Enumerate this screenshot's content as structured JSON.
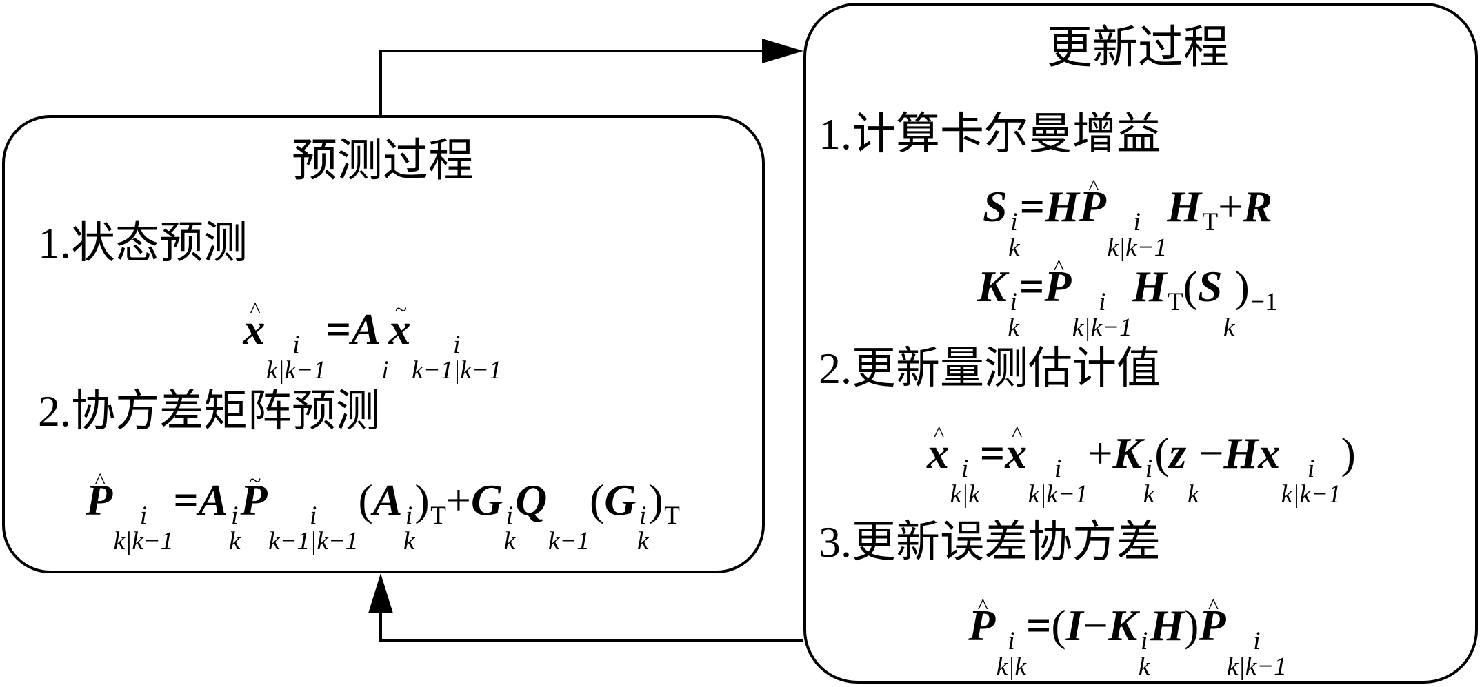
{
  "predict": {
    "title": "预测过程",
    "step1": "1.状态预测",
    "formula1": [
      {
        "v": "x",
        "acc": "^",
        "sup": "i",
        "sub": "k|k−1"
      },
      {
        "o": "="
      },
      {
        "v": "A",
        "sub": "i"
      },
      {
        "v": "x",
        "acc": "~",
        "sup": "i",
        "sub": "k−1|k−1"
      }
    ],
    "step2": "2.协方差矩阵预测",
    "formula2": [
      {
        "v": "P",
        "acc": "^",
        "sup": "i",
        "sub": "k|k−1"
      },
      {
        "o": "="
      },
      {
        "v": "A",
        "sup": "i",
        "sub": "k"
      },
      {
        "v": "P",
        "acc": "~",
        "sup": "i",
        "sub": "k−1|k−1"
      },
      {
        "o": "("
      },
      {
        "v": "A",
        "sup": "i",
        "sub": "k"
      },
      {
        "o": ")",
        "sup": "T"
      },
      {
        "o": "+"
      },
      {
        "v": "G",
        "sup": "i",
        "sub": "k"
      },
      {
        "v": "Q",
        "sub": "k−1"
      },
      {
        "o": "("
      },
      {
        "v": "G",
        "sup": "i",
        "sub": "k"
      },
      {
        "o": ")",
        "sup": "T"
      }
    ]
  },
  "update": {
    "title": "更新过程",
    "step1": "1.计算卡尔曼增益",
    "formula_s": [
      {
        "v": "S",
        "sup": "i",
        "sub": "k"
      },
      {
        "o": "="
      },
      {
        "v": "H"
      },
      {
        "v": "P",
        "acc": "^",
        "sup": "i",
        "sub": "k|k−1"
      },
      {
        "v": "H",
        "sup": "T"
      },
      {
        "o": "+"
      },
      {
        "v": "R"
      }
    ],
    "formula_k": [
      {
        "v": "K",
        "sup": "i",
        "sub": "k"
      },
      {
        "o": "="
      },
      {
        "v": "P",
        "acc": "^",
        "sup": "i",
        "sub": "k|k−1"
      },
      {
        "v": "H",
        "sup": "T"
      },
      {
        "o": "("
      },
      {
        "v": "S",
        "sub": "k"
      },
      {
        "o": ")",
        "sup": "−1"
      }
    ],
    "step2": "2.更新量测估计值",
    "formula_x": [
      {
        "v": "x",
        "acc": "^",
        "sup": "i",
        "sub": "k|k"
      },
      {
        "o": "="
      },
      {
        "v": "x",
        "acc": "^",
        "sup": "i",
        "sub": "k|k−1"
      },
      {
        "o": "+"
      },
      {
        "v": "K",
        "sup": "i",
        "sub": "k"
      },
      {
        "o": "("
      },
      {
        "v": "z",
        "sub": "k"
      },
      {
        "o": "−"
      },
      {
        "v": "H"
      },
      {
        "v": "x",
        "sup": "i",
        "sub": "k|k−1"
      },
      {
        "o": ")"
      }
    ],
    "step3": "3.更新误差协方差",
    "formula_p": [
      {
        "v": "P",
        "acc": "^",
        "sup": "i",
        "sub": "k|k"
      },
      {
        "o": "="
      },
      {
        "o": "("
      },
      {
        "v": "I"
      },
      {
        "o": "−"
      },
      {
        "v": "K",
        "sup": "i",
        "sub": "k"
      },
      {
        "v": "H"
      },
      {
        "o": ")"
      },
      {
        "v": "P",
        "acc": "^",
        "sup": "i",
        "sub": "k|k−1"
      }
    ]
  }
}
